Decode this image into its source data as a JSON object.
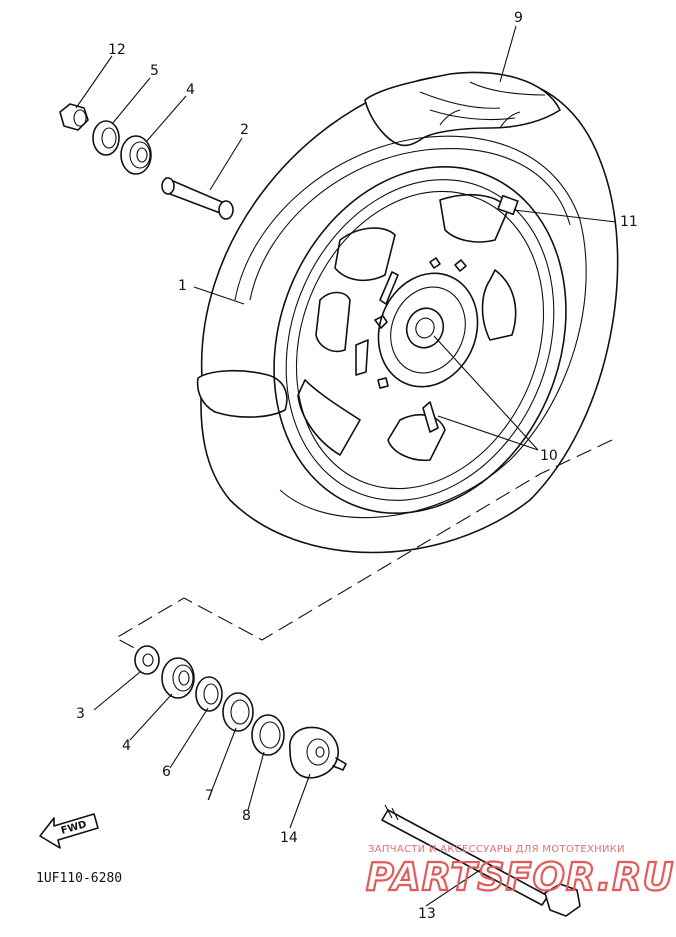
{
  "part_labels": {
    "p1": "1",
    "p2": "2",
    "p3": "3",
    "p4_top": "4",
    "p4_bottom": "4",
    "p5": "5",
    "p6": "6",
    "p7": "7",
    "p8": "8",
    "p9": "9",
    "p10": "10",
    "p11": "11",
    "p12": "12",
    "p13": "13",
    "p14": "14"
  },
  "fwd_label": "FWD",
  "diagram_code": "1UF110-6280",
  "watermark": {
    "tagline": "ЗАПЧАСТИ И АКСЕССУАРЫ ДЛЯ МОТОТЕХНИКИ",
    "brand": "PARTSFOR.RU",
    "color": "#e25a5a"
  }
}
